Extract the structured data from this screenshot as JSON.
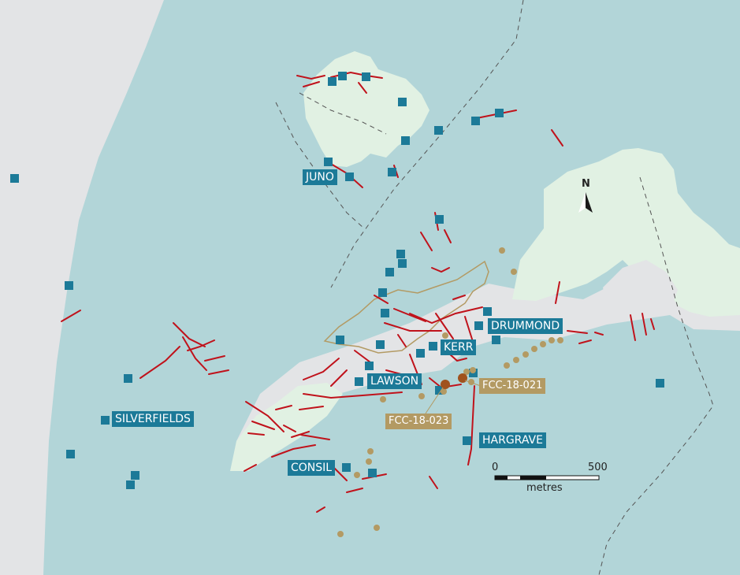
{
  "colors": {
    "water": "#b2d5d8",
    "land": "#e3e4e6",
    "outcrop": "#e1f1e3",
    "island": "#e1f1e3",
    "veins": "#c0121b",
    "property": "#1c7a98",
    "drillholes": "#b39a63",
    "drillholes_highlight": "#a0521d",
    "boundary": "#b39a63"
  },
  "labels": {
    "juno": "JUNO",
    "drummond": "DRUMMOND",
    "kerr": "KERR",
    "lawson": "LAWSON",
    "silverfields": "SILVERFIELDS",
    "hargrave": "HARGRAVE",
    "consil": "CONSIL"
  },
  "drillholes": {
    "fcc_18_021": "FCC-18-021",
    "fcc_18_023": "FCC-18-023"
  },
  "north_arrow": {
    "label": "N",
    "icon": "north-arrow-icon"
  },
  "scale_bar": {
    "start": "0",
    "end": "500",
    "unit": "metres"
  }
}
